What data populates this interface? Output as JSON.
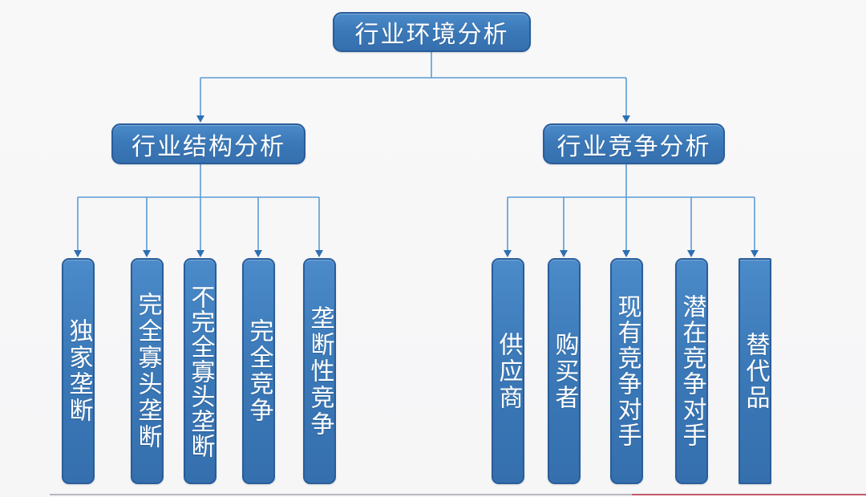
{
  "diagram": {
    "title": "行业环境分析",
    "root": {
      "label": "行业环境分析"
    },
    "branches": [
      {
        "label": "行业结构分析",
        "children": [
          "独家垄断",
          "完全寡头垄断",
          "不完全寡头垄断",
          "完全竞争",
          "垄断性竞争"
        ]
      },
      {
        "label": "行业竞争分析",
        "children": [
          "供应商",
          "购买者",
          "现有竞争对手",
          "潜在竞争对手",
          "替代品"
        ]
      }
    ],
    "colors": {
      "node_fill": "#3b79b8",
      "node_border": "#2a5d9a",
      "node_text": "#ffffff",
      "connector": "#5b9bd5",
      "arrowhead": "#2f6fb2",
      "background": "#f7f7f8",
      "progress_track": "#b9b9bf",
      "progress_fill": "#c4586c"
    }
  }
}
